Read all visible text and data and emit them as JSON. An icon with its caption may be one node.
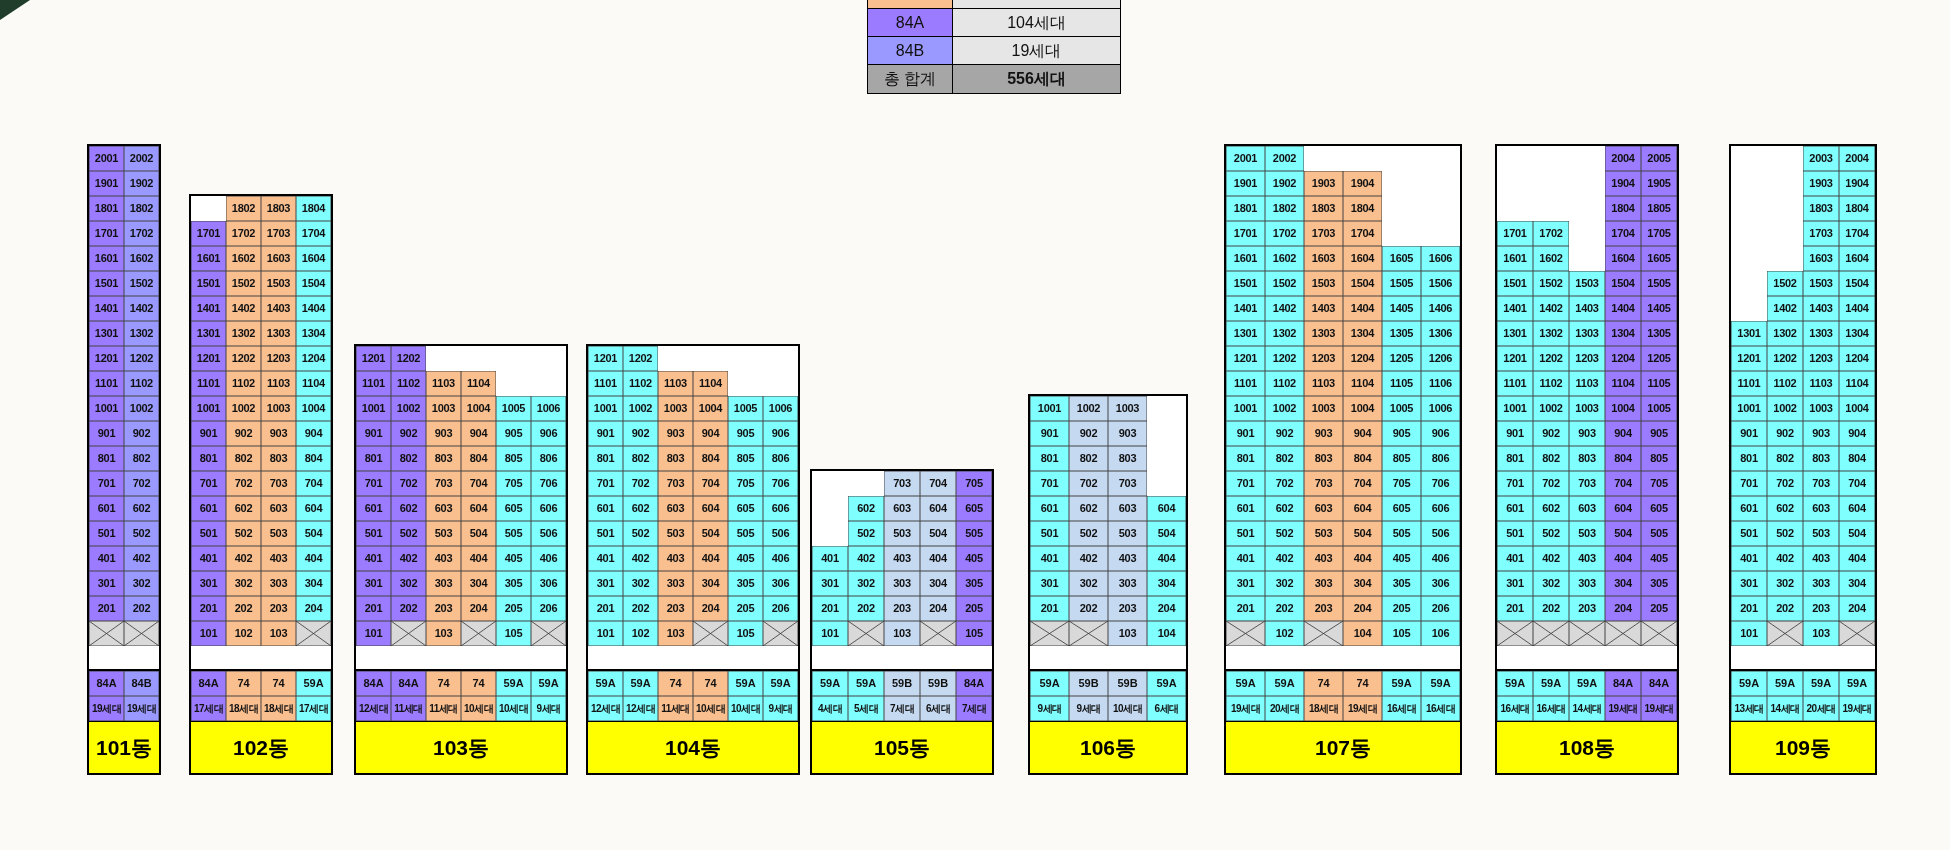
{
  "diagram": {
    "nodes": [
      {
        "text": [
          "101동"
        ]
      },
      {
        "text": [
          "102동"
        ]
      },
      {
        "text": [
          "103동"
        ]
      },
      {
        "text": [
          "104동"
        ]
      },
      {
        "text": [
          "105동"
        ]
      },
      {
        "text": [
          "106동"
        ]
      },
      {
        "text": [
          "107동"
        ]
      },
      {
        "text": [
          "108동"
        ]
      },
      {
        "text": [
          "109동"
        ]
      }
    ],
    "labels": [
      "104세대",
      "19세대",
      "총 합계",
      "556세대",
      "2001",
      "2002",
      "1901",
      "1902",
      "1801",
      "1802",
      "1701",
      "1702",
      "1601",
      "1602",
      "1501",
      "1502",
      "1401",
      "1402",
      "1301",
      "1302",
      "1201",
      "1202",
      "1101",
      "1102",
      "1001",
      "1002",
      "901",
      "902",
      "801",
      "802",
      "701",
      "702",
      "601",
      "602",
      "501",
      "502",
      "401",
      "402",
      "301",
      "302",
      "201",
      "202",
      "84A",
      "84B",
      "19세대",
      "19세대",
      "1802",
      "1803",
      "1804",
      "1701",
      "1702",
      "1703",
      "1704",
      "1601",
      "1602",
      "1603",
      "1604",
      "1501",
      "1502",
      "1503",
      "1504",
      "1401",
      "1402",
      "1403",
      "1404",
      "1301",
      "1302",
      "1303",
      "1304",
      "1201",
      "1202",
      "1203",
      "1204",
      "1101",
      "1102",
      "1103",
      "1104",
      "1001",
      "1002",
      "1003",
      "1004",
      "901",
      "902",
      "903",
      "904",
      "801",
      "802",
      "803",
      "804",
      "701",
      "702",
      "703",
      "704",
      "601",
      "602",
      "603",
      "604",
      "501",
      "502",
      "503",
      "504",
      "401",
      "402",
      "403",
      "404",
      "301",
      "302",
      "303",
      "304",
      "201",
      "202",
      "203",
      "204",
      "101",
      "102",
      "103",
      "84A",
      "74",
      "74",
      "59A",
      "17세대",
      "18세대",
      "18세대",
      "17세대",
      "1201",
      "1202",
      "1101",
      "1102",
      "1103",
      "1104",
      "1001",
      "1002",
      "1003",
      "1004",
      "1005",
      "1006",
      "901",
      "902",
      "903",
      "904",
      "905",
      "906",
      "801",
      "802",
      "803",
      "804",
      "805",
      "806",
      "701",
      "702",
      "703",
      "704",
      "705",
      "706",
      "601",
      "602",
      "603",
      "604",
      "605",
      "606",
      "501",
      "502",
      "503",
      "504",
      "505",
      "506",
      "401",
      "402",
      "403",
      "404",
      "405",
      "406",
      "301",
      "302",
      "303",
      "304",
      "305",
      "306",
      "201",
      "202",
      "203",
      "204",
      "205",
      "206",
      "101",
      "103",
      "105",
      "84A",
      "84A",
      "74",
      "74",
      "59A",
      "59A",
      "12세대",
      "11세대",
      "11세대",
      "10세대",
      "10세대",
      "9세대",
      "1201",
      "1202",
      "1101",
      "1102",
      "1103",
      "1104",
      "1001",
      "1002",
      "1003",
      "1004",
      "1005",
      "1006",
      "901",
      "902",
      "903",
      "904",
      "905",
      "906",
      "801",
      "802",
      "803",
      "804",
      "805",
      "806",
      "701",
      "702",
      "703",
      "704",
      "705",
      "706",
      "601",
      "602",
      "603",
      "604",
      "605",
      "606",
      "501",
      "502",
      "503",
      "504",
      "505",
      "506",
      "401",
      "402",
      "403",
      "404",
      "405",
      "406",
      "301",
      "302",
      "303",
      "304",
      "305",
      "306",
      "201",
      "202",
      "203",
      "204",
      "205",
      "206",
      "101",
      "102",
      "103",
      "105",
      "59A",
      "59A",
      "74",
      "74",
      "59A",
      "59A",
      "12세대",
      "12세대",
      "11세대",
      "10세대",
      "10세대",
      "9세대",
      "703",
      "704",
      "705",
      "602",
      "603",
      "604",
      "605",
      "502",
      "503",
      "504",
      "505",
      "401",
      "402",
      "403",
      "404",
      "405",
      "301",
      "302",
      "303",
      "304",
      "305",
      "201",
      "202",
      "203",
      "204",
      "205",
      "101",
      "103",
      "105",
      "59A",
      "59A",
      "59B",
      "59B",
      "84A",
      "4세대",
      "5세대",
      "7세대",
      "6세대",
      "7세대",
      "1001",
      "1002",
      "1003",
      "901",
      "902",
      "903",
      "801",
      "802",
      "803",
      "701",
      "702",
      "703",
      "601",
      "602",
      "603",
      "604",
      "501",
      "502",
      "503",
      "504",
      "401",
      "402",
      "403",
      "404",
      "301",
      "302",
      "303",
      "304",
      "201",
      "202",
      "203",
      "204",
      "103",
      "104",
      "59A",
      "59B",
      "59B",
      "59A",
      "9세대",
      "9세대",
      "10세대",
      "6세대",
      "2001",
      "2002",
      "1901",
      "1902",
      "1903",
      "1904",
      "1801",
      "1802",
      "1803",
      "1804",
      "1701",
      "1702",
      "1703",
      "1704",
      "1601",
      "1602",
      "1603",
      "1604",
      "1605",
      "1606",
      "1501",
      "1502",
      "1503",
      "1504",
      "1505",
      "1506",
      "1401",
      "1402",
      "1403",
      "1404",
      "1405",
      "1406",
      "1301",
      "1302",
      "1303",
      "1304",
      "1305",
      "1306",
      "1201",
      "1202",
      "1203",
      "1204",
      "1205",
      "1206",
      "1101",
      "1102",
      "1103",
      "1104",
      "1105",
      "1106",
      "1001",
      "1002",
      "1003",
      "1004",
      "1005",
      "1006",
      "901",
      "902",
      "903",
      "904",
      "905",
      "906",
      "801",
      "802",
      "803",
      "804",
      "805",
      "806",
      "701",
      "702",
      "703",
      "704",
      "705",
      "706",
      "601",
      "602",
      "603",
      "604",
      "605",
      "606",
      "501",
      "502",
      "503",
      "504",
      "505",
      "506",
      "401",
      "402",
      "403",
      "404",
      "405",
      "406",
      "301",
      "302",
      "303",
      "304",
      "305",
      "306",
      "201",
      "202",
      "203",
      "204",
      "205",
      "206",
      "102",
      "104",
      "105",
      "106",
      "59A",
      "59A",
      "74",
      "74",
      "59A",
      "59A",
      "19세대",
      "20세대",
      "18세대",
      "19세대",
      "16세대",
      "16세대",
      "2004",
      "2005",
      "1904",
      "1905",
      "1804",
      "1805",
      "1701",
      "1702",
      "1704",
      "1705",
      "1601",
      "1602",
      "1604",
      "1605",
      "1501",
      "1502",
      "1503",
      "1504",
      "1505",
      "1401",
      "1402",
      "1403",
      "1404",
      "1405",
      "1301",
      "1302",
      "1303",
      "1304",
      "1305",
      "1201",
      "1202",
      "1203",
      "1204",
      "1205",
      "1101",
      "1102",
      "1103",
      "1104",
      "1105",
      "1001",
      "1002",
      "1003",
      "1004",
      "1005",
      "901",
      "902",
      "903",
      "904",
      "905",
      "801",
      "802",
      "803",
      "804",
      "805",
      "701",
      "702",
      "703",
      "704",
      "705",
      "601",
      "602",
      "603",
      "604",
      "605",
      "501",
      "502",
      "503",
      "504",
      "505",
      "401",
      "402",
      "403",
      "404",
      "405",
      "301",
      "302",
      "303",
      "304",
      "305",
      "201",
      "202",
      "203",
      "204",
      "205",
      "59A",
      "59A",
      "59A",
      "84A",
      "84A",
      "16세대",
      "16세대",
      "14세대",
      "19세대",
      "19세대",
      "2003",
      "2004",
      "1903",
      "1904",
      "1803",
      "1804",
      "1703",
      "1704",
      "1603",
      "1604",
      "1502",
      "1503",
      "1504",
      "1402",
      "1403",
      "1404",
      "1301",
      "1302",
      "1303",
      "1304",
      "1201",
      "1202",
      "1203",
      "1204",
      "1101",
      "1102",
      "1103",
      "1104",
      "1001",
      "1002",
      "1003",
      "1004",
      "901",
      "902",
      "903",
      "904",
      "801",
      "802",
      "803",
      "804",
      "701",
      "702",
      "703",
      "704",
      "601",
      "602",
      "603",
      "604",
      "501",
      "502",
      "503",
      "504",
      "401",
      "402",
      "403",
      "404",
      "301",
      "302",
      "303",
      "304",
      "201",
      "202",
      "203",
      "204",
      "101",
      "103",
      "59A",
      "59A",
      "59A",
      "59A",
      "13세대",
      "14세대",
      "20세대",
      "19세대"
    ],
    "legend": [
      {
        "text": "84A",
        "color": "#9b7bff"
      },
      {
        "text": "84B",
        "color": "#9999ff"
      }
    ]
  }
}
